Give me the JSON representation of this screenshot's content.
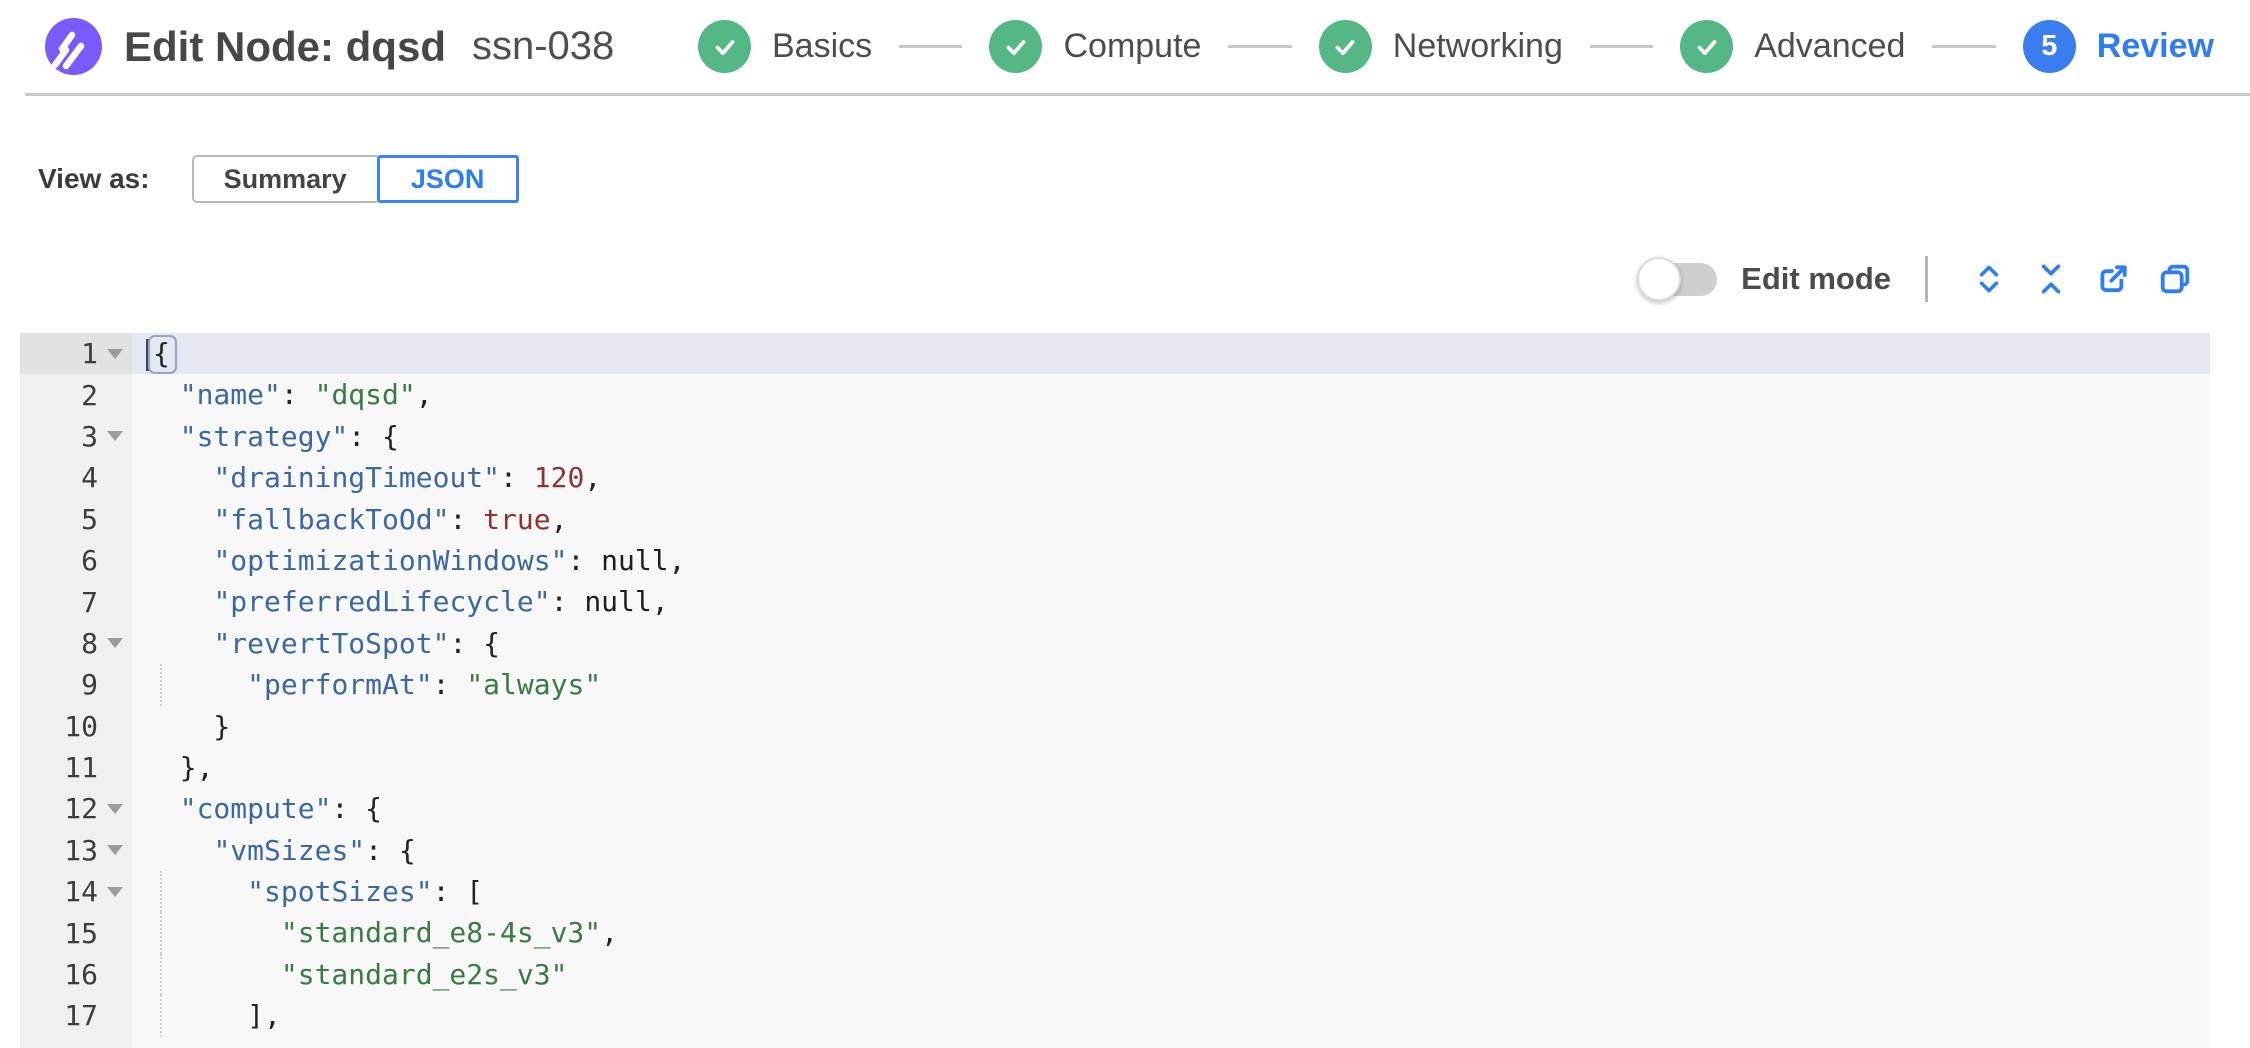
{
  "header": {
    "title": "Edit Node: dqsd",
    "subtitle": "ssn-038",
    "logo": "spot-logo",
    "steps": [
      {
        "label": "Basics",
        "state": "complete"
      },
      {
        "label": "Compute",
        "state": "complete"
      },
      {
        "label": "Networking",
        "state": "complete"
      },
      {
        "label": "Advanced",
        "state": "complete"
      },
      {
        "label": "Review",
        "state": "current",
        "number": "5"
      }
    ]
  },
  "view_as": {
    "label": "View as:",
    "options": [
      {
        "label": "Summary",
        "selected": false
      },
      {
        "label": "JSON",
        "selected": true
      }
    ]
  },
  "toolbar": {
    "edit_mode_label": "Edit mode",
    "edit_mode_on": false,
    "icons": [
      "expand-icon",
      "collapse-icon",
      "export-icon",
      "copy-icon"
    ]
  },
  "colors": {
    "accent_blue": "#2e7df2",
    "step_green": "#55b785",
    "logo_purple": "#7a5af8",
    "syntax_key": "#3c68a2",
    "syntax_string": "#3a7a43",
    "syntax_number": "#8e3331",
    "syntax_null": "#1d1d1d"
  },
  "editor": {
    "active_line": 1,
    "lines": [
      {
        "n": 1,
        "fold": true,
        "active": true,
        "cursor": true,
        "tokens": [
          [
            "p",
            "{",
            "box"
          ]
        ]
      },
      {
        "n": 2,
        "tokens": [
          [
            "p",
            "  "
          ],
          [
            "key",
            "\"name\""
          ],
          [
            "p",
            ": "
          ],
          [
            "str",
            "\"dqsd\""
          ],
          [
            "p",
            ","
          ]
        ]
      },
      {
        "n": 3,
        "fold": true,
        "tokens": [
          [
            "p",
            "  "
          ],
          [
            "key",
            "\"strategy\""
          ],
          [
            "p",
            ": {"
          ]
        ]
      },
      {
        "n": 4,
        "tokens": [
          [
            "p",
            "    "
          ],
          [
            "key",
            "\"drainingTimeout\""
          ],
          [
            "p",
            ": "
          ],
          [
            "num",
            "120"
          ],
          [
            "p",
            ","
          ]
        ]
      },
      {
        "n": 5,
        "tokens": [
          [
            "p",
            "    "
          ],
          [
            "key",
            "\"fallbackToOd\""
          ],
          [
            "p",
            ": "
          ],
          [
            "num",
            "true"
          ],
          [
            "p",
            ","
          ]
        ]
      },
      {
        "n": 6,
        "tokens": [
          [
            "p",
            "    "
          ],
          [
            "key",
            "\"optimizationWindows\""
          ],
          [
            "p",
            ": "
          ],
          [
            "null",
            "null"
          ],
          [
            "p",
            ","
          ]
        ]
      },
      {
        "n": 7,
        "tokens": [
          [
            "p",
            "    "
          ],
          [
            "key",
            "\"preferredLifecycle\""
          ],
          [
            "p",
            ": "
          ],
          [
            "null",
            "null"
          ],
          [
            "p",
            ","
          ]
        ]
      },
      {
        "n": 8,
        "fold": true,
        "tokens": [
          [
            "p",
            "    "
          ],
          [
            "key",
            "\"revertToSpot\""
          ],
          [
            "p",
            ": {"
          ]
        ]
      },
      {
        "n": 9,
        "guide": true,
        "tokens": [
          [
            "p",
            "      "
          ],
          [
            "key",
            "\"performAt\""
          ],
          [
            "p",
            ": "
          ],
          [
            "str",
            "\"always\""
          ]
        ]
      },
      {
        "n": 10,
        "tokens": [
          [
            "p",
            "    }"
          ]
        ]
      },
      {
        "n": 11,
        "tokens": [
          [
            "p",
            "  },"
          ]
        ]
      },
      {
        "n": 12,
        "fold": true,
        "tokens": [
          [
            "p",
            "  "
          ],
          [
            "key",
            "\"compute\""
          ],
          [
            "p",
            ": {"
          ]
        ]
      },
      {
        "n": 13,
        "fold": true,
        "tokens": [
          [
            "p",
            "    "
          ],
          [
            "key",
            "\"vmSizes\""
          ],
          [
            "p",
            ": {"
          ]
        ]
      },
      {
        "n": 14,
        "fold": true,
        "guide": true,
        "tokens": [
          [
            "p",
            "      "
          ],
          [
            "key",
            "\"spotSizes\""
          ],
          [
            "p",
            ": ["
          ]
        ]
      },
      {
        "n": 15,
        "guide": true,
        "tokens": [
          [
            "p",
            "        "
          ],
          [
            "str",
            "\"standard_e8-4s_v3\""
          ],
          [
            "p",
            ","
          ]
        ]
      },
      {
        "n": 16,
        "guide": true,
        "tokens": [
          [
            "p",
            "        "
          ],
          [
            "str",
            "\"standard_e2s_v3\""
          ]
        ]
      },
      {
        "n": 17,
        "guide": true,
        "tokens": [
          [
            "p",
            "      ],"
          ]
        ]
      }
    ]
  }
}
